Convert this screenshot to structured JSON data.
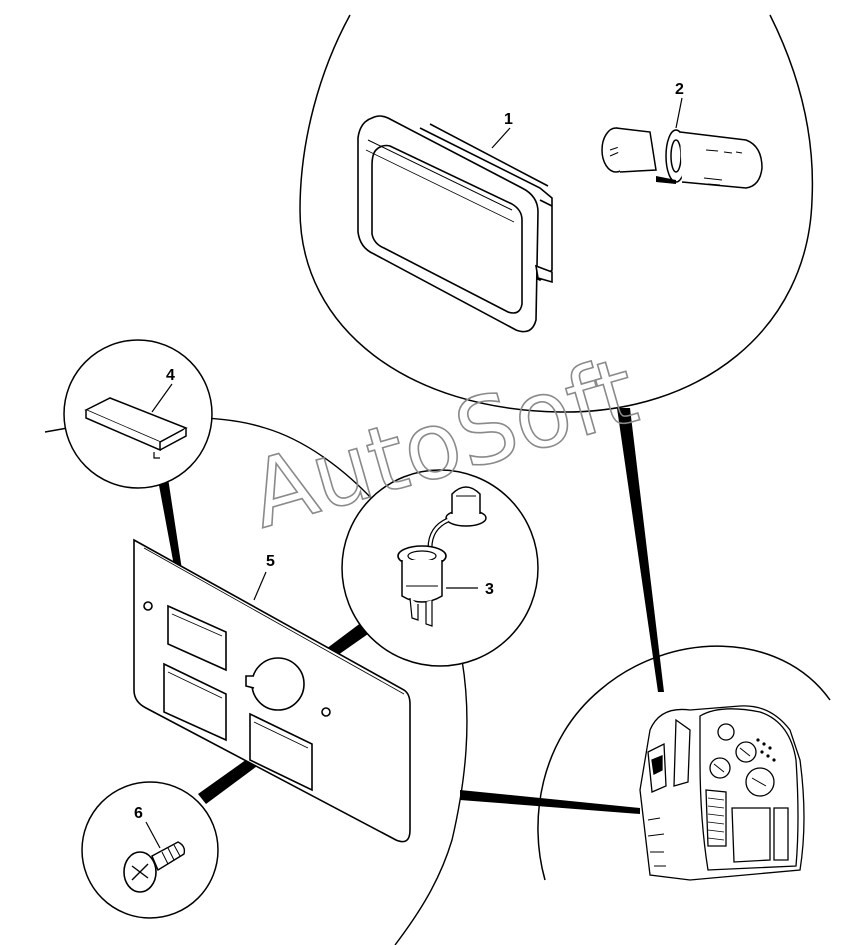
{
  "callouts": [
    {
      "id": "1",
      "label": "1"
    },
    {
      "id": "2",
      "label": "2"
    },
    {
      "id": "3",
      "label": "3"
    },
    {
      "id": "4",
      "label": "4"
    },
    {
      "id": "5",
      "label": "5"
    },
    {
      "id": "6",
      "label": "6"
    }
  ],
  "watermark": "AutoSoft"
}
